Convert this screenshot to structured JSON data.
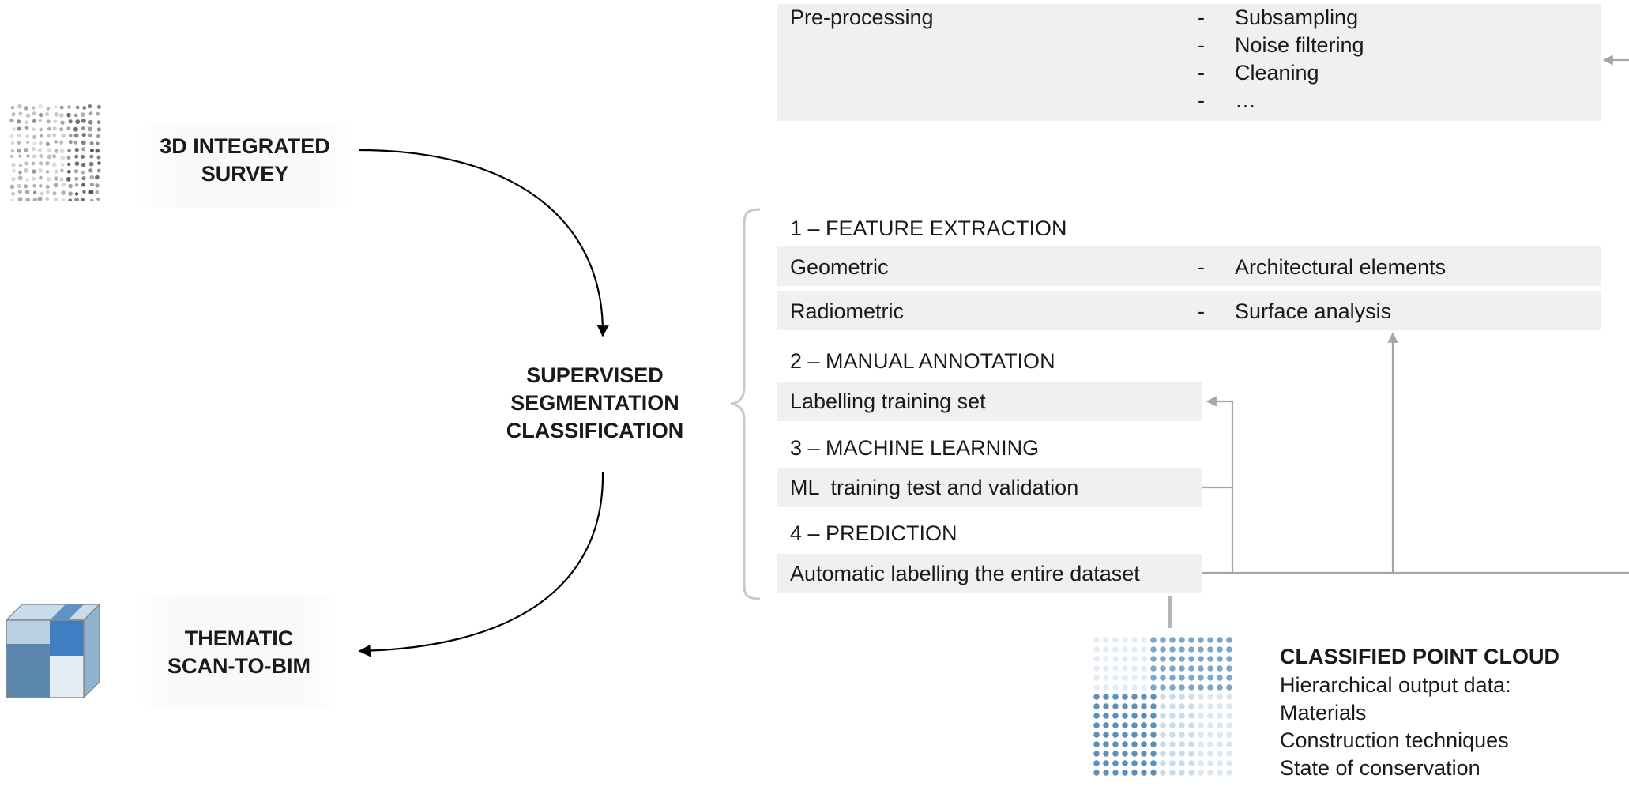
{
  "left": {
    "survey": {
      "line1": "3D INTEGRATED",
      "line2": "SURVEY",
      "icon": "point-cloud-cube-icon"
    },
    "supervised": {
      "line1": "SUPERVISED",
      "line2": "SEGMENTATION",
      "line3": "CLASSIFICATION"
    },
    "thematic": {
      "line1": "THEMATIC",
      "line2": "SCAN-TO-BIM",
      "icon": "bim-cube-icon"
    }
  },
  "preprocessing": {
    "label": "Pre-processing",
    "bullet": "-",
    "items": [
      "Subsampling",
      "Noise filtering",
      "Cleaning",
      "…"
    ]
  },
  "steps": {
    "step1": {
      "title": "1 – FEATURE EXTRACTION",
      "rows": [
        {
          "label": "Geometric",
          "bullet": "-",
          "detail": "Architectural elements"
        },
        {
          "label": "Radiometric",
          "bullet": "-",
          "detail": "Surface analysis"
        }
      ]
    },
    "step2": {
      "title": "2 – MANUAL ANNOTATION",
      "row": "Labelling training set"
    },
    "step3": {
      "title": "3 – MACHINE LEARNING",
      "row": "ML  training test and validation"
    },
    "step4": {
      "title": "4 – PREDICTION",
      "row": "Automatic labelling the entire dataset"
    }
  },
  "output": {
    "title": "CLASSIFIED POINT CLOUD",
    "lines": [
      "Hierarchical output data:",
      "Materials",
      "Construction techniques",
      "State of conservation"
    ],
    "icon": "classified-point-cloud-icon"
  },
  "colors": {
    "box": "#eef0f2",
    "connector": "#a6a6a6",
    "blue_dark": "#4a7fb0",
    "blue_light": "#c9dcea"
  }
}
